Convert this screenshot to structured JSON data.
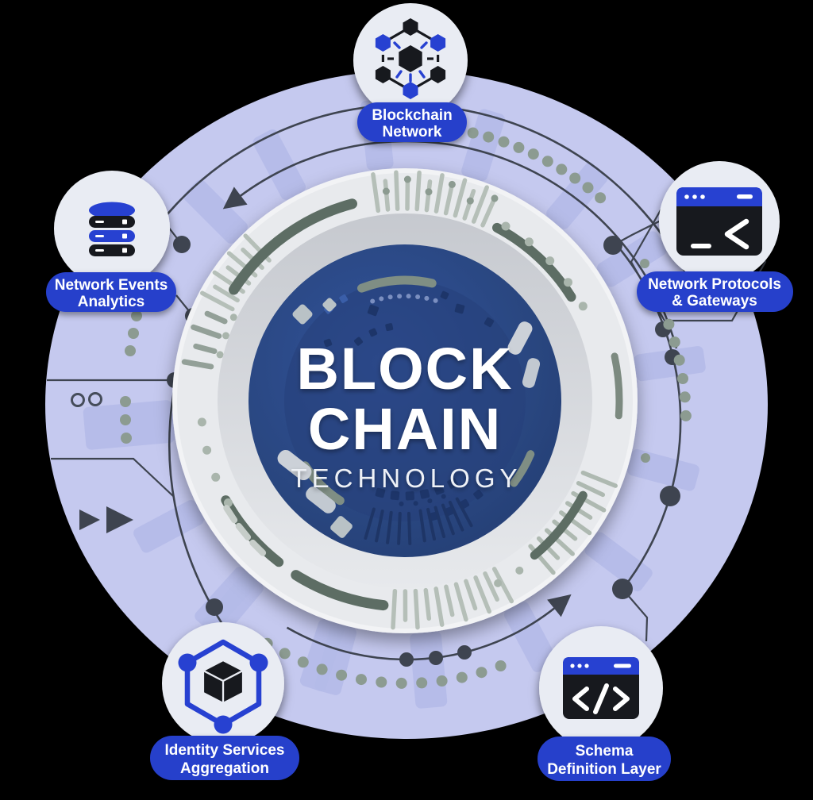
{
  "diagram_title": {
    "line1": "BLOCK",
    "line2": "CHAIN",
    "subtitle": "TECHNOLOGY"
  },
  "nodes": [
    {
      "id": "blockchain-network",
      "icon": "blockchain-network-icon",
      "line1": "Blockchain",
      "line2": "Network"
    },
    {
      "id": "network-events-analytics",
      "icon": "database-icon",
      "line1": "Network Events",
      "line2": "Analytics"
    },
    {
      "id": "network-protocols-gateways",
      "icon": "terminal-window-icon",
      "line1": "Network Protocols",
      "line2": "& Gateways"
    },
    {
      "id": "identity-services-aggregation",
      "icon": "cube-hexagon-icon",
      "line1": "Identity Services",
      "line2": "Aggregation"
    },
    {
      "id": "schema-definition-layer",
      "icon": "code-window-icon",
      "line1": "Schema",
      "line2": "Definition Layer"
    }
  ],
  "colors": {
    "background": "#000000",
    "disc": "#c5c9ef",
    "radial_bar": "#b4baе8",
    "accent_blue": "#283fcb",
    "icon_blue": "#2741d1",
    "icon_black": "#17191e",
    "navy": "#27437e",
    "line_dark": "#3e4450",
    "sage": "#8c9b91",
    "plate": "#e9ebee"
  }
}
